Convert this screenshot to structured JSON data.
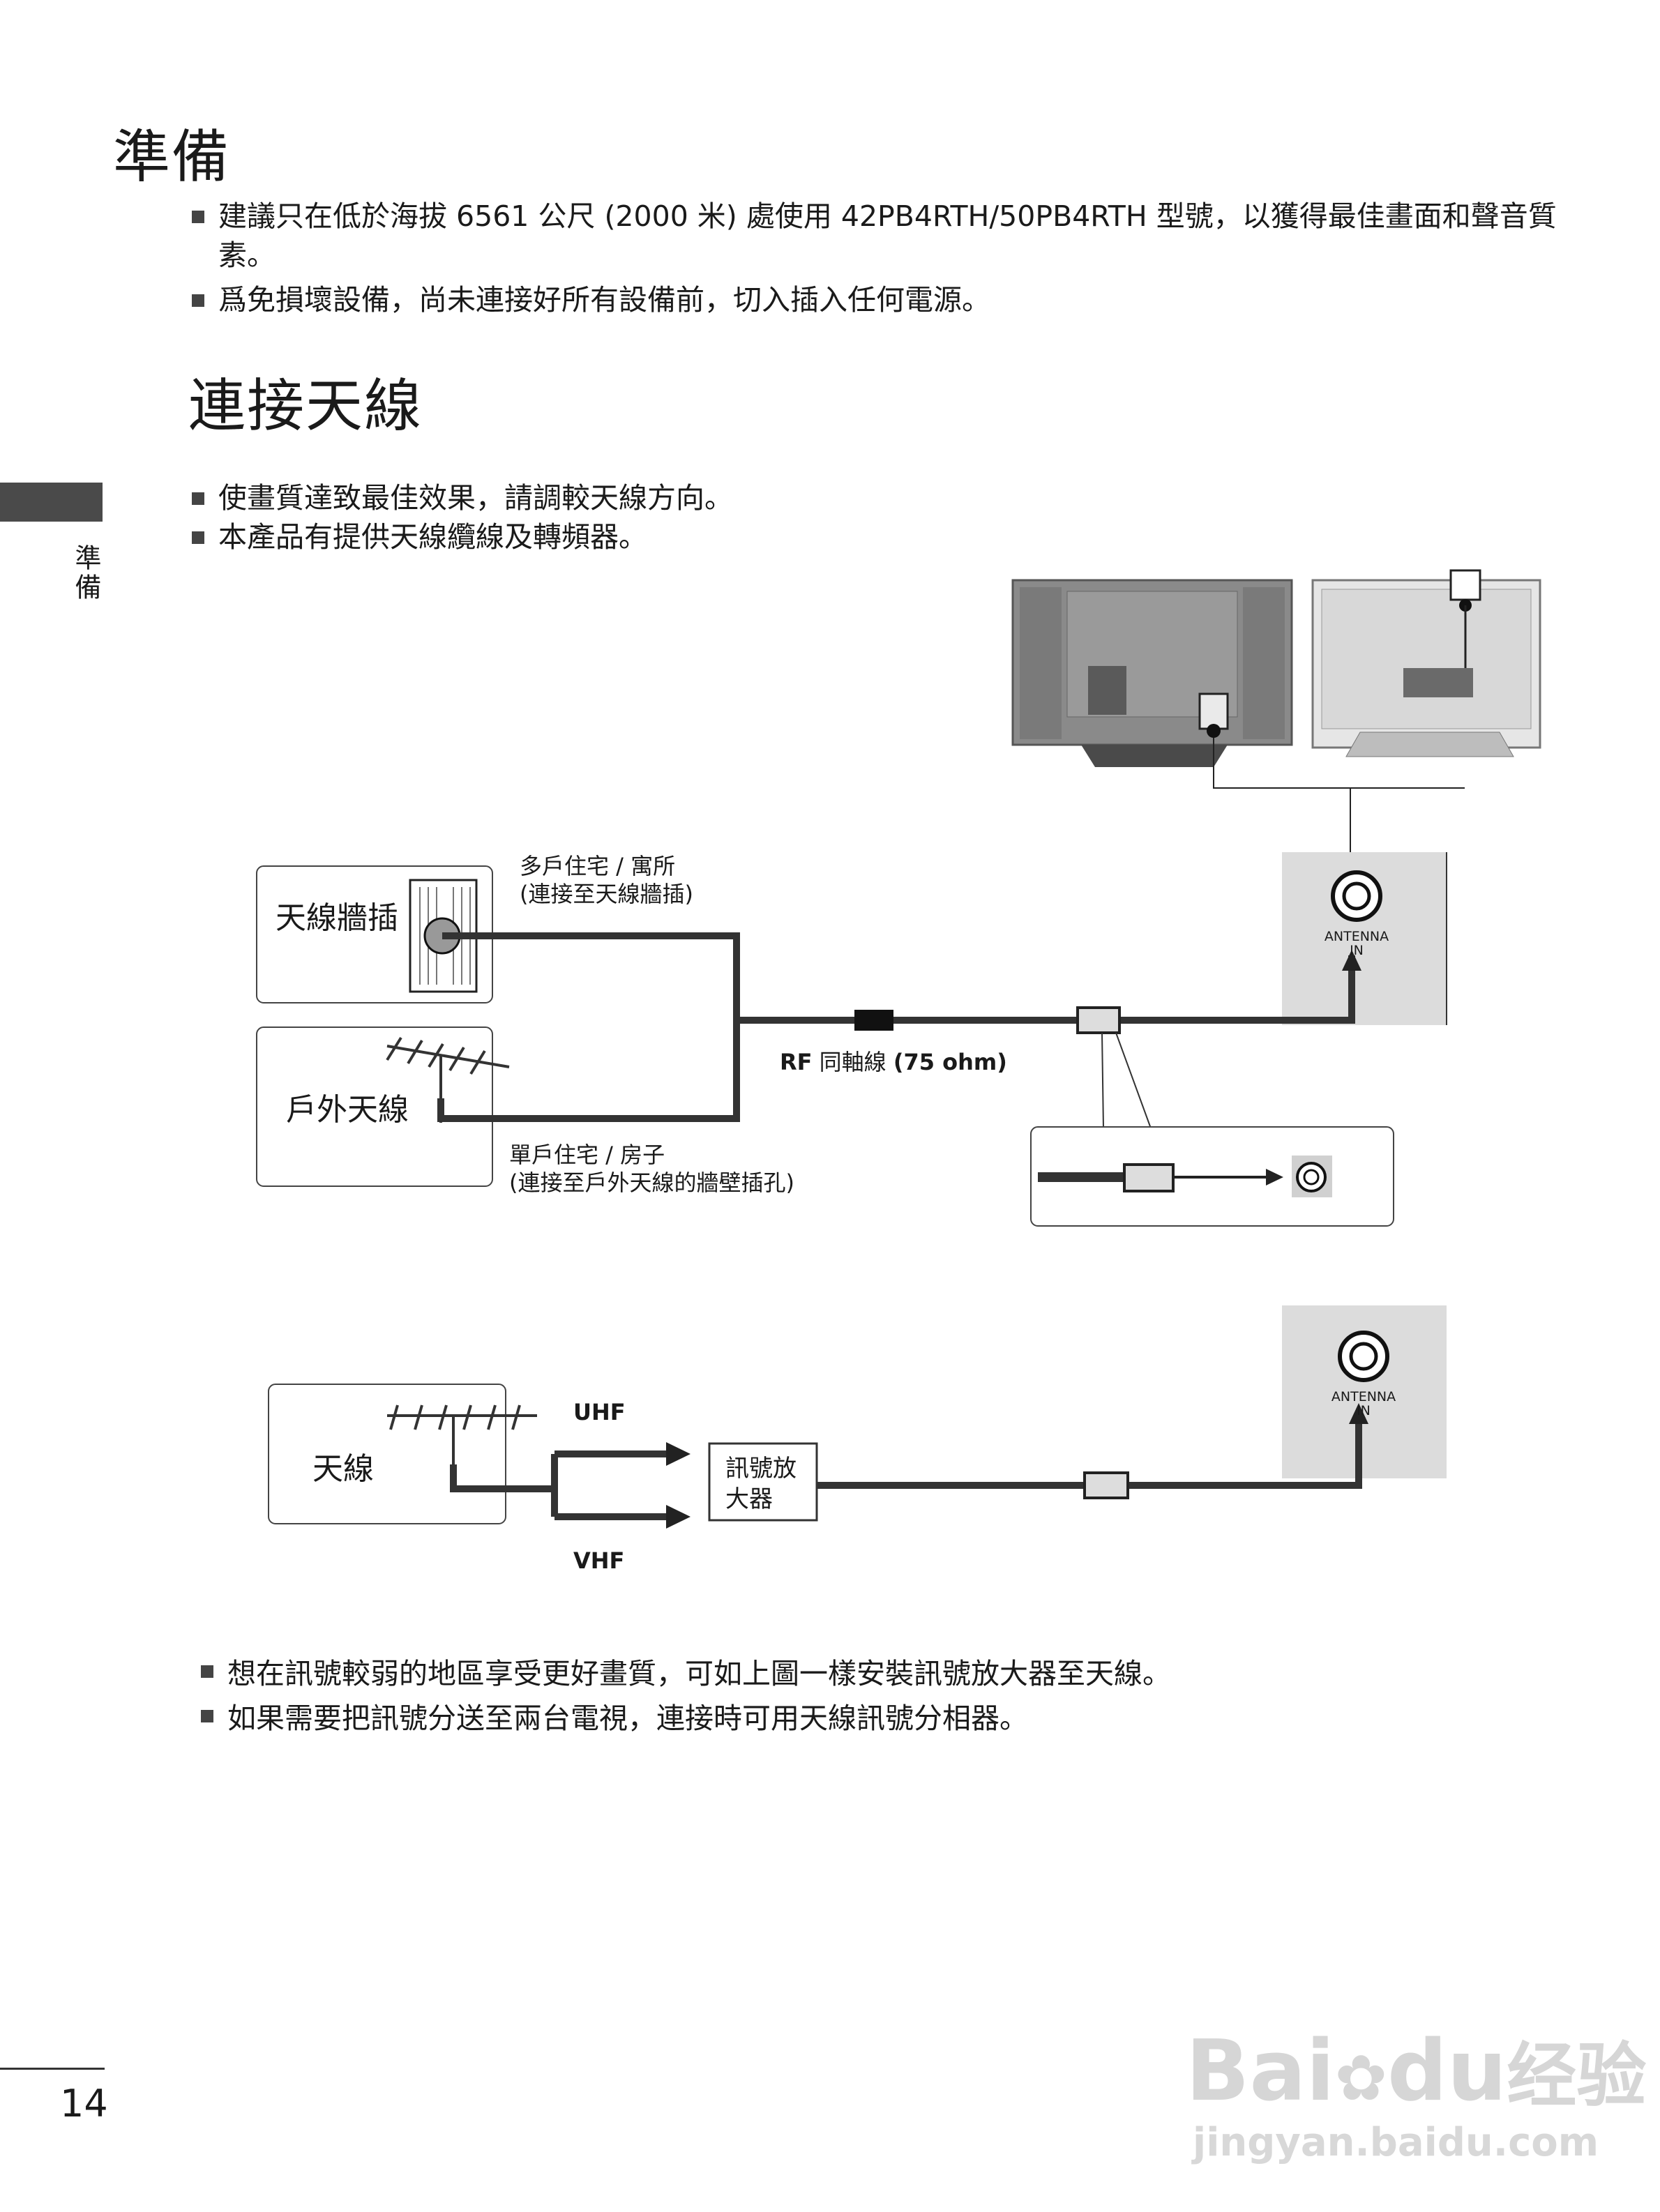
{
  "section1": {
    "title": "準備",
    "bullets": [
      "建議只在低於海拔 6561 公尺 (2000 米) 處使用 42PB4RTH/50PB4RTH 型號，以獲得最佳畫面和聲音質素。",
      "爲免損壞設備，尚未連接好所有設備前，切入插入任何電源。"
    ]
  },
  "section2": {
    "title": "連接天線",
    "bullets": [
      "使畫質達致最佳效果，請調較天線方向。",
      "本產品有提供天線纜線及轉頻器。"
    ]
  },
  "side_tab": {
    "label": "準備"
  },
  "diagram1": {
    "wall_label": "天線牆插",
    "outdoor_label": "戶外天線",
    "multi_line1": "多戶住宅 / 寓所",
    "multi_line2": "(連接至天線牆插)",
    "single_line1": "單戶住宅 / 房子",
    "single_line2": "(連接至戶外天線的牆壁插孔)",
    "rf_bold1": "RF",
    "rf_text": "同軸線",
    "rf_bold2": "(75 ohm)",
    "antenna_label1": "ANTENNA",
    "antenna_label2": "IN"
  },
  "diagram2": {
    "antenna_label": "天線",
    "uhf": "UHF",
    "vhf": "VHF",
    "amp_line1": "訊號放",
    "amp_line2": "大器",
    "antenna_label1": "ANTENNA",
    "antenna_label2": "IN"
  },
  "notes": [
    "想在訊號較弱的地區享受更好畫質，可如上圖一樣安裝訊號放大器至天線。",
    "如果需要把訊號分送至兩台電視，連接時可用天線訊號分相器。"
  ],
  "page_number": "14",
  "watermark": {
    "brand": "Bai",
    "brand2": "du",
    "cn": "经验",
    "url": "jingyan.baidu.com"
  }
}
